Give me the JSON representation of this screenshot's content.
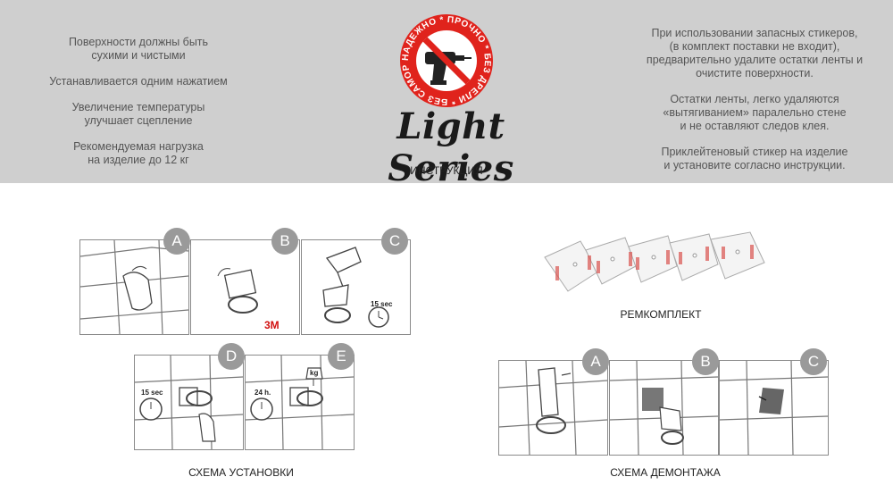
{
  "header": {
    "left_texts": [
      "Поверхности должны быть сухими и чистыми",
      "Устанавливается одним нажатием",
      "Увеличение температуры улучшает сцепление",
      "Рекомендуемая нагрузка на изделие до 12 кг"
    ],
    "left_lines": [
      [
        "Поверхности должны быть",
        "сухими и чистыми"
      ],
      [
        "Устанавливается одним нажатием"
      ],
      [
        "Увеличение температуры",
        "улучшает сцепление"
      ],
      [
        "Рекомендуемая нагрузка",
        "на изделие до 12 кг"
      ]
    ],
    "right_lines": [
      [
        "При использовании запасных стикеров,",
        "(в комплект поставки не входит),",
        "предварительно удалите остатки ленты и",
        "очистите поверхности."
      ],
      [
        "Остатки ленты, легко удаляются",
        "«вытягиванием» паралельно стене",
        "и не оставляют следов клея."
      ],
      [
        "Приклейтеновый стикер на изделие",
        "и установите согласно инструкции."
      ]
    ],
    "logo_text": "НАДЕЖНО * ПРОЧНО * БЕЗ ДРЕЛИ * БЕЗ САМОРЕЗОВ",
    "brand": "Light Series",
    "subtitle": "ИНСТРУКЦИЯ"
  },
  "install": {
    "caption": "СХЕМА УСТАНОВКИ",
    "steps": [
      {
        "letter": "A"
      },
      {
        "letter": "B",
        "mark": "3M"
      },
      {
        "letter": "C",
        "timer": "15 sec"
      },
      {
        "letter": "D",
        "timer": "15 sec"
      },
      {
        "letter": "E",
        "timer": "24 h.",
        "weight": "kg"
      }
    ]
  },
  "repair_kit": {
    "caption": "РЕМКОМПЛЕКТ"
  },
  "removal": {
    "caption": "СХЕМА ДЕМОНТАЖА",
    "steps": [
      {
        "letter": "A"
      },
      {
        "letter": "B"
      },
      {
        "letter": "C"
      }
    ]
  },
  "colors": {
    "header_bg": "#cfcfcf",
    "badge": "#9a9a9a",
    "logo_red": "#e0231c",
    "sticker_red": "#d9534f"
  }
}
